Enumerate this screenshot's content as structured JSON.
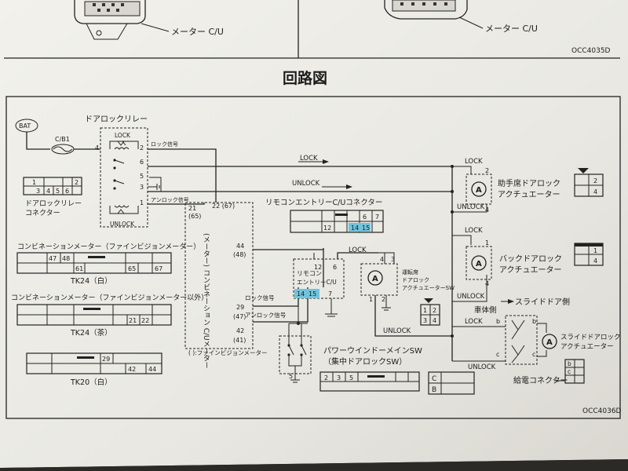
{
  "top": {
    "left_label": "メーター C/U",
    "right_label": "メーター C/U",
    "code": "OCC4035D"
  },
  "title": "回路図",
  "bottom_code": "OCC4036D",
  "bat": "BAT",
  "fuse": "C/B1",
  "relay": {
    "title": "ドアロックリレー",
    "lock": "LOCK",
    "unlock": "UNLOCK",
    "pins": [
      "4",
      "2",
      "6",
      "5",
      "3",
      "1"
    ],
    "lock_signal": "ロック信号",
    "unlock_signal": "アンロック信号"
  },
  "relay_connector": {
    "cells": [
      "1",
      "2",
      "3",
      "4",
      "5",
      "6"
    ],
    "label_line1": "ドアロックリレー",
    "label_line2": "コネクター"
  },
  "wires": {
    "lock_top": "LOCK",
    "unlock_top": "UNLOCK",
    "lock_mid": "LOCK",
    "unlock_mid": "UNLOCK",
    "lock_motor": "LOCK",
    "unlock_motor": "UNLOCK",
    "unlock_bottom": "UNLOCK",
    "lock_right_1": "LOCK",
    "unlock_right_1": "UNLOCK",
    "lock_right_2": "LOCK",
    "unlock_right_2": "UNLOCK",
    "lock_right_3": "LOCK",
    "unlock_right_3": "UNLOCK"
  },
  "meter": {
    "pin21": "21",
    "pin21b": "(65)",
    "pin22": "22 (67)",
    "pin44": "44",
    "pin44b": "(48)",
    "pin29": "29",
    "pin47": "(47)",
    "pin42": "42",
    "pin41": "(41)",
    "vertical_text": "(メーター)\nコンビネーション\nC/Uメーター",
    "lock_signal": "ロック信号",
    "unlock_signal": "アンロック信号",
    "footnote": "( ):ファインビジョンメーター"
  },
  "remocon_connector": {
    "label": "リモコンエントリーC/Uコネクター",
    "cells": [
      "12",
      "14",
      "15",
      "6",
      "7"
    ]
  },
  "remocon_unit": {
    "line1": "リモコン",
    "line2": "エントリーC/U",
    "pins_top": [
      "12",
      "6"
    ],
    "pins_bottom": [
      "14",
      "15",
      "7"
    ]
  },
  "driver_actuator": {
    "line1": "運転席",
    "line2": "ドアロック",
    "line3": "アクチュエーターSW",
    "pins": [
      "4",
      "3",
      "1",
      "2"
    ],
    "conn": [
      "1",
      "2",
      "3",
      "4"
    ]
  },
  "tk24_white": {
    "label": "コンビネーションメーター（ファインビジョンメーター）",
    "cells_top": [
      "47",
      "48"
    ],
    "cells_bottom": [
      "61",
      "65",
      "67"
    ],
    "name": "TK24（白）"
  },
  "tk24_brown": {
    "label": "コンビネーションメーター（ファインビジョンメーター以外）",
    "cells": [
      "21",
      "22"
    ],
    "name": "TK24（茶）"
  },
  "tk20_white": {
    "cells_top": [
      "29"
    ],
    "cells_bottom": [
      "42",
      "44"
    ],
    "name": "TK20（白）"
  },
  "power_window": {
    "line1": "パワーウインドーメインSW",
    "line2": "（集中ドアロックSW）",
    "cells": [
      "2",
      "3",
      "5"
    ],
    "pin": "5"
  },
  "passenger_actuator": {
    "line1": "助手席ドアロック",
    "line2": "アクチュエーター",
    "pins": [
      "2",
      "4"
    ],
    "conn": [
      "2",
      "4"
    ]
  },
  "back_actuator": {
    "line1": "バックドアロック",
    "line2": "アクチュエーター",
    "pins": [
      "1",
      "4"
    ],
    "conn": [
      "1",
      "4"
    ]
  },
  "slide": {
    "body_side": "車体側",
    "door_side": "スライドドア側",
    "line1": "スライドドアロック",
    "line2": "アクチュエーター",
    "feed_connector": "給電コネクター",
    "pins": [
      "b",
      "b",
      "c",
      "c"
    ],
    "conn": [
      "b",
      "c"
    ],
    "cb_cells": [
      "C",
      "B"
    ]
  }
}
